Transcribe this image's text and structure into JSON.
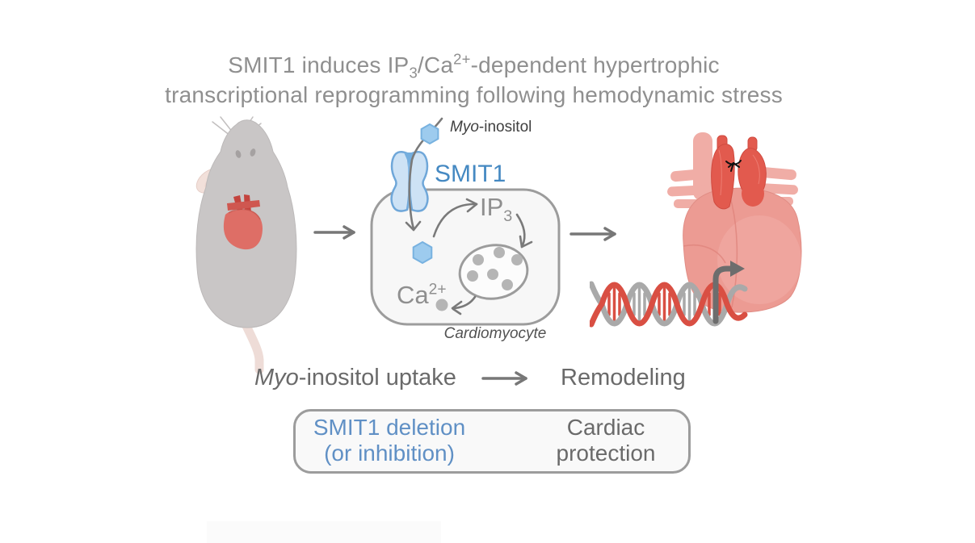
{
  "title": {
    "line1_part1": "SMIT1 induces IP",
    "line1_sub": "3",
    "line1_part2": "/Ca",
    "line1_sup": "2+",
    "line1_part3": "-dependent hypertrophic",
    "line2": "transcriptional reprogramming following hemodynamic stress"
  },
  "cell": {
    "myo_inositol_italic": "Myo",
    "myo_inositol_rest": "-inositol",
    "smit1_label": "SMIT1",
    "ip3_base": "IP",
    "ip3_sub": "3",
    "ca_base": "Ca",
    "ca_sup": "2+",
    "cardiomyocyte_label": "Cardiomyocyte"
  },
  "summary": {
    "uptake_italic": "Myo",
    "uptake_rest": "-inositol uptake",
    "remodeling_label": "Remodeling"
  },
  "protection_box": {
    "cause_line1": "SMIT1 deletion",
    "cause_line2": "(or inhibition)",
    "result_line1": "Cardiac",
    "result_line2": "protection"
  },
  "icons": [
    "mouse-illustration",
    "myo-inositol-hexagon-icon",
    "smit1-transporter-icon",
    "cardiomyocyte-cell-outline",
    "er-organelle-icon",
    "calcium-ion-dot",
    "banded-heart-illustration",
    "aortic-suture-knot-icon",
    "dna-helix-icon",
    "transcription-arrow-icon",
    "flow-arrow"
  ],
  "colors": {
    "title_gray": "#8f8f8f",
    "label_gray": "#8f8f8f",
    "dark_label": "#3f3f3f",
    "summary_gray": "#6a6a6a",
    "smit1_blue": "#4589c2",
    "box_blue": "#6090c5",
    "hexagon_blue": "#9dcbee",
    "transporter_blue": "#cde2f5",
    "cell_fill": "#f7f7f7",
    "outline_gray": "#9c9c9c",
    "arrow_gray": "#777777",
    "mouse_gray": "#c9c6c6",
    "mouse_pink": "#f2e0da",
    "heart_pink": "#ec9b93",
    "heart_red": "#e2564a",
    "dna_red": "#d94f43",
    "dna_gray": "#a9a9a9"
  }
}
